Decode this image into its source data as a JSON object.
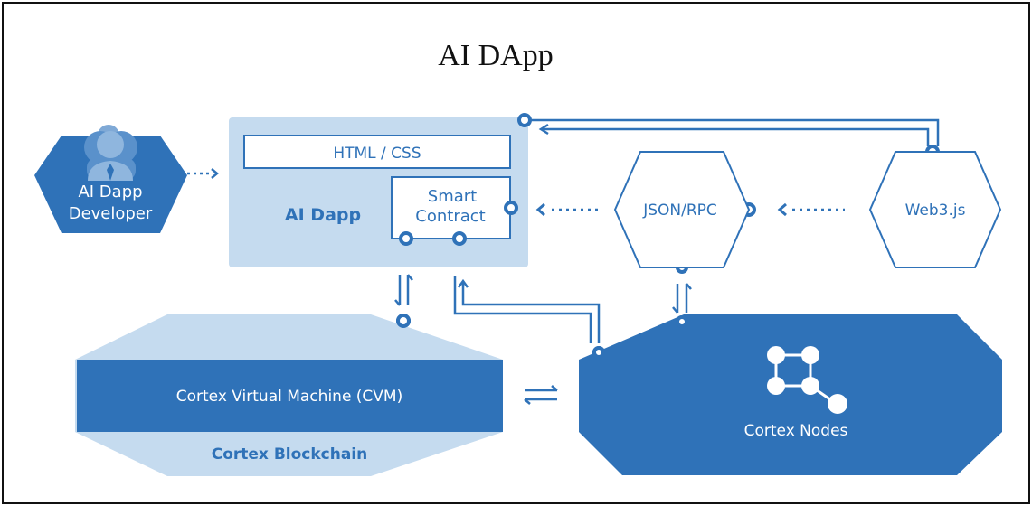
{
  "title": "AI DApp",
  "developer": {
    "line1": "AI Dapp",
    "line2": "Developer"
  },
  "dapp": {
    "label": "AI Dapp",
    "html_css": "HTML / CSS",
    "smart_contract": {
      "line1": "Smart",
      "line2": "Contract"
    }
  },
  "json_rpc": "JSON/RPC",
  "web3": "Web3.js",
  "cvm": "Cortex Virtual Machine (CVM)",
  "blockchain": "Cortex Blockchain",
  "nodes": "Cortex Nodes",
  "colors": {
    "primary": "#2f72b8",
    "light": "#c5dbef",
    "icon_bg": "#2f72b8"
  },
  "icons": [
    "user-icon",
    "network-nodes-icon"
  ]
}
